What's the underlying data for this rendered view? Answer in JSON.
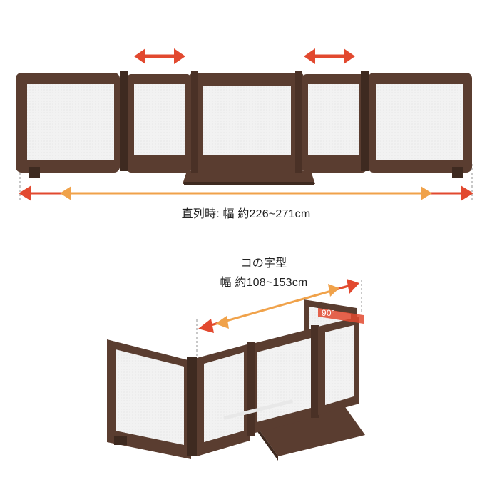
{
  "captions": {
    "straight": "直列時: 幅 約226~271cm",
    "ushape_title": "コの字型",
    "ushape_width": "幅 約108~153cm",
    "angle": "90°"
  },
  "icons": {
    "extend_arrow": "double-arrow-icon",
    "width_arrow": "dimension-arrow-icon"
  },
  "colors": {
    "frame_brown": "#5a3d30",
    "mesh_white": "#f1f1f1",
    "arrow_red": "#e2492f",
    "arrow_orange": "#f0a24a",
    "guide_gray": "#c8c8c8"
  }
}
